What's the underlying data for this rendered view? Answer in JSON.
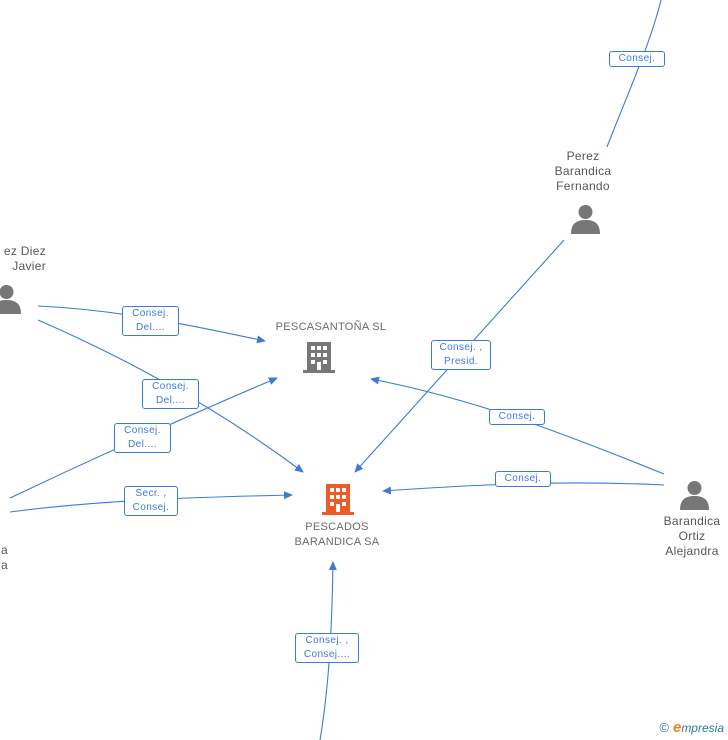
{
  "colors": {
    "edge": "#3a7bd5",
    "company_main": "#f05a28",
    "company_other": "#777777",
    "person": "#777777",
    "label": "#555555"
  },
  "companies": [
    {
      "id": "pescasantona",
      "label": "PESCASANTOÑA SL",
      "icon": "building-icon"
    },
    {
      "id": "pescados",
      "lines": [
        "PESCADOS",
        "BARANDICA SA"
      ],
      "icon": "building-icon",
      "highlight": true
    }
  ],
  "persons": [
    {
      "id": "perez",
      "lines": [
        "Perez",
        "Barandica",
        "Fernando"
      ],
      "icon": "person-icon"
    },
    {
      "id": "diez",
      "lines": [
        "ez Diez",
        "Javier"
      ],
      "icon": "person-icon"
    },
    {
      "id": "alejandra",
      "lines": [
        "Barandica",
        "Ortiz",
        "Alejandra"
      ],
      "icon": "person-icon"
    },
    {
      "id": "left_bottom",
      "lines": [
        "a",
        "a"
      ],
      "icon": "person-icon"
    }
  ],
  "edge_labels": [
    {
      "id": "top",
      "lines": [
        "Consej."
      ]
    },
    {
      "id": "presid",
      "lines": [
        "Consej. ,",
        "Presid."
      ]
    },
    {
      "id": "diez_sl",
      "lines": [
        "Consej.",
        "Del...."
      ]
    },
    {
      "id": "diez_sa",
      "lines": [
        "Consej.",
        "Del...."
      ]
    },
    {
      "id": "left_sl",
      "lines": [
        "Consej.",
        "Del...."
      ]
    },
    {
      "id": "secr",
      "lines": [
        "Secr. ,",
        "Consej."
      ]
    },
    {
      "id": "alej_sl",
      "lines": [
        "Consej."
      ]
    },
    {
      "id": "alej_sa",
      "lines": [
        "Consej."
      ]
    },
    {
      "id": "bottom",
      "lines": [
        "Consej. ,",
        "Consej...."
      ]
    }
  ],
  "footer": {
    "copyright": "©",
    "brand_initial": "e",
    "brand_rest": "mpresia"
  }
}
